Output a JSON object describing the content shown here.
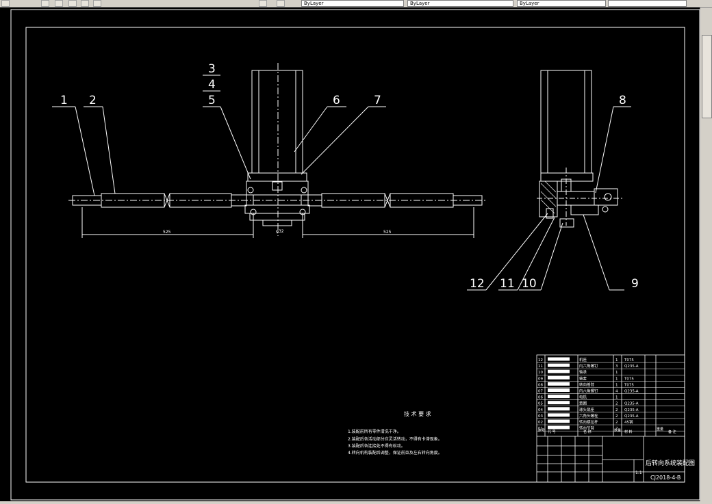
{
  "toolbar": {
    "layer_combo": "ByLayer",
    "linetype_combo": "ByLayer",
    "lineweight_combo": "ByLayer"
  },
  "callouts": [
    "1",
    "2",
    "3",
    "4",
    "5",
    "6",
    "7",
    "8",
    "9",
    "10",
    "11",
    "12"
  ],
  "dimensions": {
    "left": "525",
    "right": "525",
    "center_mark": "φ32"
  },
  "notes": {
    "title": "技 术 要 求",
    "items": [
      "1.装配前所有零件清洗干净。",
      "2.装配后各活动部分应灵活转动，不得有卡滞现象。",
      "3.装配后各连接处不得有松动。",
      "4.转向机构装配后调整，保证前束及左右转向角度。"
    ]
  },
  "parts_table": {
    "rows": [
      {
        "no": "12",
        "name": "机座",
        "qty": "1",
        "material": "T075"
      },
      {
        "no": "11",
        "name": "内六角螺钉",
        "qty": "3",
        "material": "Q235-A"
      },
      {
        "no": "10",
        "name": "轴承",
        "qty": "1",
        "material": ""
      },
      {
        "no": "09",
        "name": "轴套",
        "qty": "1",
        "material": "T075"
      },
      {
        "no": "08",
        "name": "转向摇臂",
        "qty": "1",
        "material": "T075"
      },
      {
        "no": "07",
        "name": "内六角螺钉",
        "qty": "4",
        "material": "Q235-A"
      },
      {
        "no": "06",
        "name": "电机",
        "qty": "1",
        "material": ""
      },
      {
        "no": "05",
        "name": "垫圈",
        "qty": "2",
        "material": "Q235-A"
      },
      {
        "no": "04",
        "name": "球头销座",
        "qty": "2",
        "material": "Q235-A"
      },
      {
        "no": "03",
        "name": "六角头螺栓",
        "qty": "2",
        "material": "Q235-A"
      },
      {
        "no": "02",
        "name": "转向横拉杆",
        "qty": "2",
        "material": "45钢"
      },
      {
        "no": "01",
        "name": "转向节臂",
        "qty": "2",
        "material": ""
      }
    ],
    "header": {
      "no": "序号",
      "code": "代 号",
      "name": "名 称",
      "qty": "数量",
      "material": "材 料",
      "weight": "重量",
      "remark": "备 注"
    },
    "title": "后转向系统装配图",
    "scale": "1:1",
    "drawing_no": "CJ2018-4-B"
  }
}
